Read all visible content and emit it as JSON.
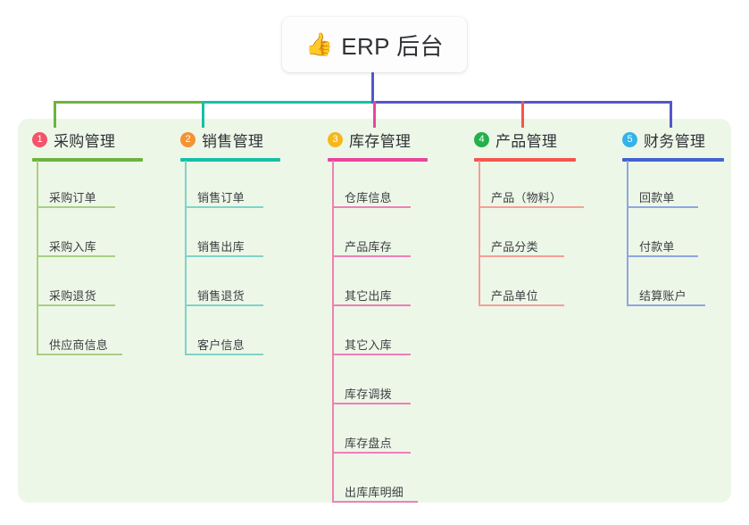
{
  "root": {
    "icon": "thumbs-up-icon",
    "emoji": "👍",
    "title": "ERP 后台"
  },
  "colors": {
    "panel_bg": "#edf7e8",
    "stem": "#5457c8",
    "branch_green": "#6cb33f",
    "branch_teal": "#17bfa6",
    "branch_blue": "#5457c8",
    "drop_pink": "#e8469b",
    "drop_red": "#f4564e",
    "col1": "#6cb33f",
    "col2": "#17bfa6",
    "col3": "#e8469b",
    "col4": "#f4564e",
    "col5": "#4263d0",
    "badge1": "#f4546a",
    "badge2": "#f59234",
    "badge3": "#f5b71c",
    "badge4": "#22b14c",
    "badge5": "#34b3e8",
    "leaf_rule1": "#a8cf86",
    "leaf_rule2": "#7fd4c7",
    "leaf_rule3": "#ef7fb8",
    "leaf_rule4": "#f79d96",
    "leaf_rule5": "#8fa6e0"
  },
  "columns": [
    {
      "index": "1",
      "title": "采购管理",
      "items": [
        {
          "label": "采购订单"
        },
        {
          "label": "采购入库"
        },
        {
          "label": "采购退货"
        },
        {
          "label": "供应商信息"
        }
      ]
    },
    {
      "index": "2",
      "title": "销售管理",
      "items": [
        {
          "label": "销售订单"
        },
        {
          "label": "销售出库"
        },
        {
          "label": "销售退货"
        },
        {
          "label": "客户信息"
        }
      ]
    },
    {
      "index": "3",
      "title": "库存管理",
      "items": [
        {
          "label": "仓库信息"
        },
        {
          "label": "产品库存"
        },
        {
          "label": "其它出库"
        },
        {
          "label": "其它入库"
        },
        {
          "label": "库存调拨"
        },
        {
          "label": "库存盘点"
        },
        {
          "label": "出库库明细"
        }
      ]
    },
    {
      "index": "4",
      "title": "产品管理",
      "items": [
        {
          "label": "产品（物料）"
        },
        {
          "label": "产品分类"
        },
        {
          "label": "产品单位"
        }
      ]
    },
    {
      "index": "5",
      "title": "财务管理",
      "items": [
        {
          "label": "回款单"
        },
        {
          "label": "付款单"
        },
        {
          "label": "结算账户"
        }
      ]
    }
  ]
}
